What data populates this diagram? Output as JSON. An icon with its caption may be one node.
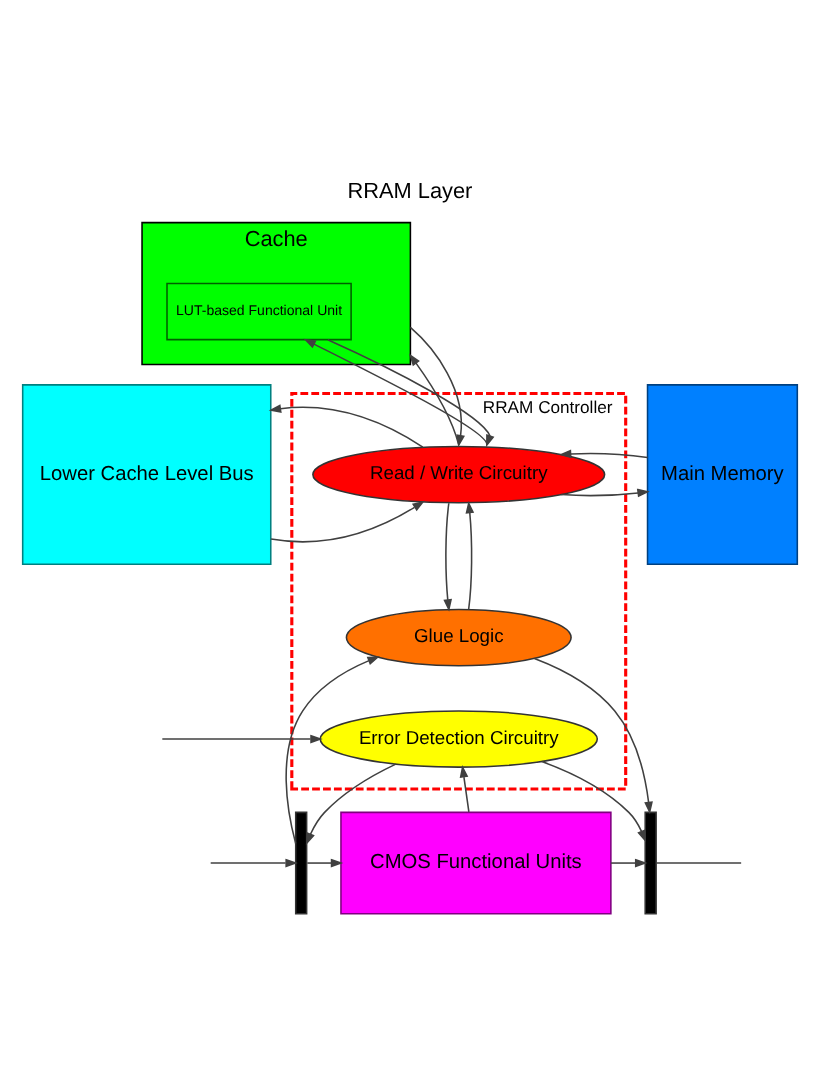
{
  "diagram": {
    "title": "RRAM Layer",
    "nodes": [
      {
        "text": [
          "Cache"
        ]
      },
      {
        "text": [
          "LUT-based Functional Unit"
        ],
        "in": 0
      },
      {
        "text": [
          "Lower Cache Level Bus"
        ]
      },
      {
        "text": [
          "Main Memory"
        ]
      },
      {
        "text": [
          "RRAM Controller"
        ]
      },
      {
        "text": [
          "Read / Write Circuitry"
        ],
        "in": 4
      },
      {
        "text": [
          "Glue Logic"
        ],
        "in": 4
      },
      {
        "text": [
          "Error Detection Circuitry"
        ],
        "in": 4
      },
      {
        "text": [],
        "shape": "bar"
      },
      {
        "text": [
          "CMOS Functional Units"
        ]
      },
      {
        "text": [],
        "shape": "bar"
      }
    ],
    "edges": [
      {
        "from": 5,
        "to": 0,
        "arrow": "to"
      },
      {
        "from": 0,
        "to": 5,
        "arrow": "to"
      },
      {
        "from": 5,
        "to": 1,
        "arrow": "to"
      },
      {
        "from": 1,
        "to": 5,
        "arrow": "to"
      },
      {
        "from": 2,
        "to": 5,
        "arrow": "to"
      },
      {
        "from": 5,
        "to": 2,
        "arrow": "to"
      },
      {
        "from": 5,
        "to": 3,
        "arrow": "to"
      },
      {
        "from": 3,
        "to": 5,
        "arrow": "to"
      },
      {
        "from": 6,
        "to": 5,
        "arrow": "to"
      },
      {
        "from": 5,
        "to": 6,
        "arrow": "to"
      },
      {
        "from": 8,
        "to": 6,
        "arrow": "to"
      },
      {
        "from": 6,
        "to": 10,
        "arrow": "to"
      },
      {
        "from": null,
        "to": 8,
        "arrow": "to"
      },
      {
        "from": null,
        "to": 7,
        "arrow": "to"
      },
      {
        "from": 9,
        "to": 7,
        "arrow": "to"
      },
      {
        "from": 9,
        "to": 10,
        "arrow": "to"
      },
      {
        "from": 7,
        "to": 8,
        "arrow": "to"
      },
      {
        "from": 7,
        "to": 10,
        "arrow": "to"
      },
      {
        "from": 8,
        "to": 9,
        "arrow": "to"
      },
      {
        "from": 10,
        "to": null,
        "arrow": "none"
      }
    ]
  }
}
